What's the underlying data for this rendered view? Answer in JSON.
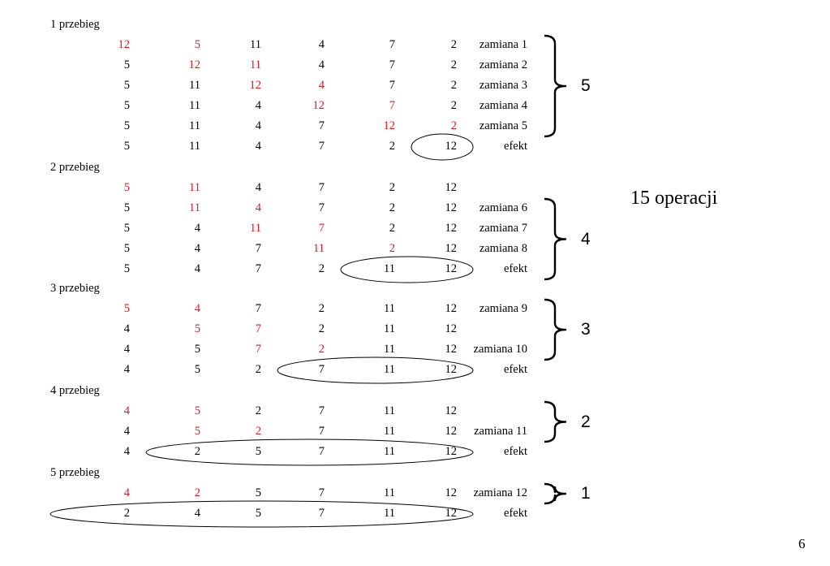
{
  "passes": [
    {
      "label": "1 przebieg",
      "rows": [
        {
          "values": [
            "12",
            "5",
            "11",
            "4",
            "7",
            "2"
          ],
          "red": [
            0,
            1
          ],
          "note": "zamiana 1"
        },
        {
          "values": [
            "5",
            "12",
            "11",
            "4",
            "7",
            "2"
          ],
          "red": [
            1,
            2
          ],
          "note": "zamiana 2"
        },
        {
          "values": [
            "5",
            "11",
            "12",
            "4",
            "7",
            "2"
          ],
          "red": [
            2,
            3
          ],
          "note": "zamiana 3"
        },
        {
          "values": [
            "5",
            "11",
            "4",
            "12",
            "7",
            "2"
          ],
          "red": [
            3,
            4
          ],
          "note": "zamiana 4"
        },
        {
          "values": [
            "5",
            "11",
            "4",
            "7",
            "12",
            "2"
          ],
          "red": [
            4,
            5
          ],
          "note": "zamiana 5"
        },
        {
          "values": [
            "5",
            "11",
            "4",
            "7",
            "2",
            "12"
          ],
          "red": [],
          "note": "efekt",
          "circled": [
            5,
            5
          ]
        }
      ]
    },
    {
      "label": "2 przebieg",
      "rows": [
        {
          "values": [
            "5",
            "11",
            "4",
            "7",
            "2",
            "12"
          ],
          "red": [
            0,
            1
          ],
          "note": ""
        },
        {
          "values": [
            "5",
            "11",
            "4",
            "7",
            "2",
            "12"
          ],
          "red": [
            1,
            2
          ],
          "note": "zamiana 6"
        },
        {
          "values": [
            "5",
            "4",
            "11",
            "7",
            "2",
            "12"
          ],
          "red": [
            2,
            3
          ],
          "note": "zamiana 7"
        },
        {
          "values": [
            "5",
            "4",
            "7",
            "11",
            "2",
            "12"
          ],
          "red": [
            3,
            4
          ],
          "note": "zamiana 8"
        },
        {
          "values": [
            "5",
            "4",
            "7",
            "2",
            "11",
            "12"
          ],
          "red": [],
          "note": "efekt",
          "circled": [
            4,
            5
          ]
        }
      ]
    },
    {
      "label": "3 przebieg",
      "rows": [
        {
          "values": [
            "5",
            "4",
            "7",
            "2",
            "11",
            "12"
          ],
          "red": [
            0,
            1
          ],
          "note": "zamiana 9"
        },
        {
          "values": [
            "4",
            "5",
            "7",
            "2",
            "11",
            "12"
          ],
          "red": [
            1,
            2
          ],
          "note": ""
        },
        {
          "values": [
            "4",
            "5",
            "7",
            "2",
            "11",
            "12"
          ],
          "red": [
            2,
            3
          ],
          "note": "zamiana 10"
        },
        {
          "values": [
            "4",
            "5",
            "2",
            "7",
            "11",
            "12"
          ],
          "red": [],
          "note": "efekt",
          "circled": [
            3,
            5
          ]
        }
      ]
    },
    {
      "label": "4 przebieg",
      "rows": [
        {
          "values": [
            "4",
            "5",
            "2",
            "7",
            "11",
            "12"
          ],
          "red": [
            0,
            1
          ],
          "note": ""
        },
        {
          "values": [
            "4",
            "5",
            "2",
            "7",
            "11",
            "12"
          ],
          "red": [
            1,
            2
          ],
          "note": "zamiana 11"
        },
        {
          "values": [
            "4",
            "2",
            "5",
            "7",
            "11",
            "12"
          ],
          "red": [],
          "note": "efekt",
          "circled": [
            1,
            5
          ]
        }
      ]
    },
    {
      "label": "5 przebieg",
      "rows": [
        {
          "values": [
            "4",
            "2",
            "5",
            "7",
            "11",
            "12"
          ],
          "red": [
            0,
            1
          ],
          "note": "zamiana 12"
        },
        {
          "values": [
            "2",
            "4",
            "5",
            "7",
            "11",
            "12"
          ],
          "red": [],
          "note": "efekt",
          "circled": [
            0,
            5
          ]
        }
      ]
    }
  ],
  "braces": [
    {
      "count": "5"
    },
    {
      "count": "4"
    },
    {
      "count": "3"
    },
    {
      "count": "2"
    },
    {
      "count": "1"
    }
  ],
  "total_label": "15 operacji",
  "page_number": "6",
  "colors": {
    "highlight": "#e8151b",
    "text": "#000000"
  }
}
